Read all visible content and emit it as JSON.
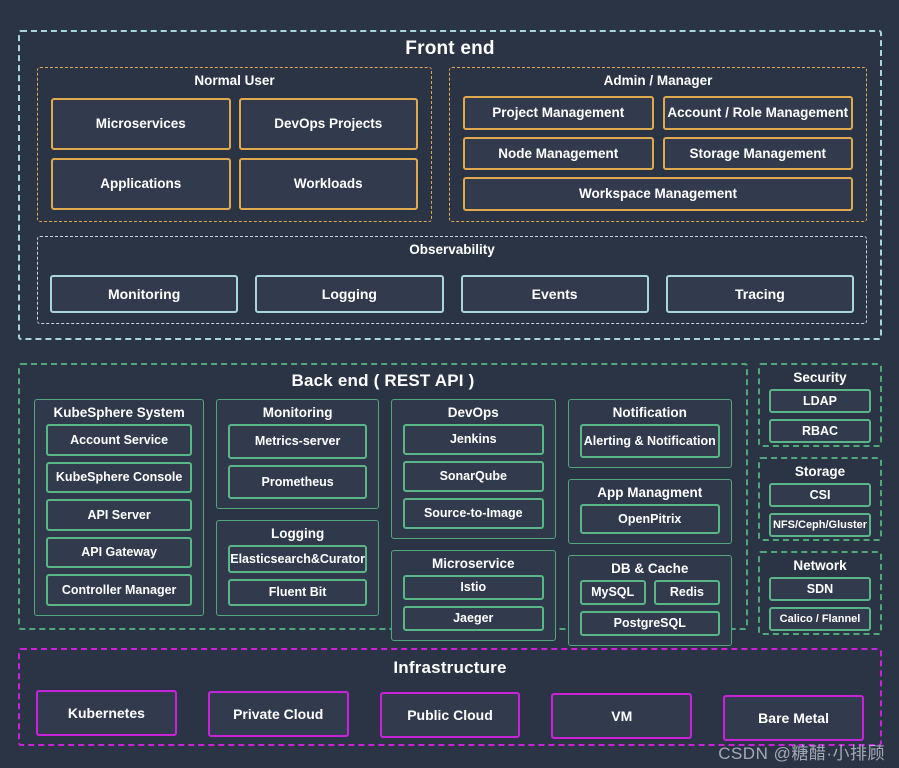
{
  "diagram": {
    "watermark": "CSDN @糖醋·小排顾",
    "colors": {
      "background": "#2b3445",
      "front_end_accent": "#a9d6dd",
      "user_group_accent": "#e0a94f",
      "observability_accent": "#cdd6e0",
      "back_end_accent": "#4fa877",
      "infrastructure_accent": "#c823d8"
    }
  },
  "front_end": {
    "title": "Front end",
    "normal_user": {
      "title": "Normal User",
      "items": [
        "Microservices",
        "DevOps Projects",
        "Applications",
        "Workloads"
      ]
    },
    "admin_manager": {
      "title": "Admin / Manager",
      "row1": [
        "Project Management",
        "Account / Role Management"
      ],
      "row2": [
        "Node Management",
        "Storage Management"
      ],
      "row3": [
        "Workspace Management"
      ]
    },
    "observability": {
      "title": "Observability",
      "items": [
        "Monitoring",
        "Logging",
        "Events",
        "Tracing"
      ]
    }
  },
  "back_end": {
    "title": "Back end ( REST API )",
    "groups": [
      {
        "title": "KubeSphere System",
        "items": [
          "Account Service",
          "KubeSphere Console",
          "API Server",
          "API Gateway",
          "Controller Manager"
        ]
      },
      {
        "title": "Monitoring",
        "items": [
          "Metrics-server",
          "Prometheus"
        ]
      },
      {
        "title": "Logging",
        "items": [
          "Elasticsearch&Curator",
          "Fluent Bit"
        ]
      },
      {
        "title": "DevOps",
        "items": [
          "Jenkins",
          "SonarQube",
          "Source-to-Image"
        ]
      },
      {
        "title": "Microservice",
        "items": [
          "Istio",
          "Jaeger"
        ]
      },
      {
        "title": "Notification",
        "items": [
          "Alerting & Notification"
        ]
      },
      {
        "title": "App Managment",
        "items": [
          "OpenPitrix"
        ]
      },
      {
        "title": "DB & Cache",
        "row1": [
          "MySQL",
          "Redis"
        ],
        "row2": [
          "PostgreSQL"
        ]
      }
    ]
  },
  "side_panels": [
    {
      "title": "Security",
      "items": [
        "LDAP",
        "RBAC"
      ]
    },
    {
      "title": "Storage",
      "items": [
        "CSI",
        "NFS/Ceph/Gluster"
      ]
    },
    {
      "title": "Network",
      "items": [
        "SDN",
        "Calico / Flannel"
      ]
    }
  ],
  "infrastructure": {
    "title": "Infrastructure",
    "items": [
      "Kubernetes",
      "Private Cloud",
      "Public Cloud",
      "VM",
      "Bare Metal"
    ]
  }
}
